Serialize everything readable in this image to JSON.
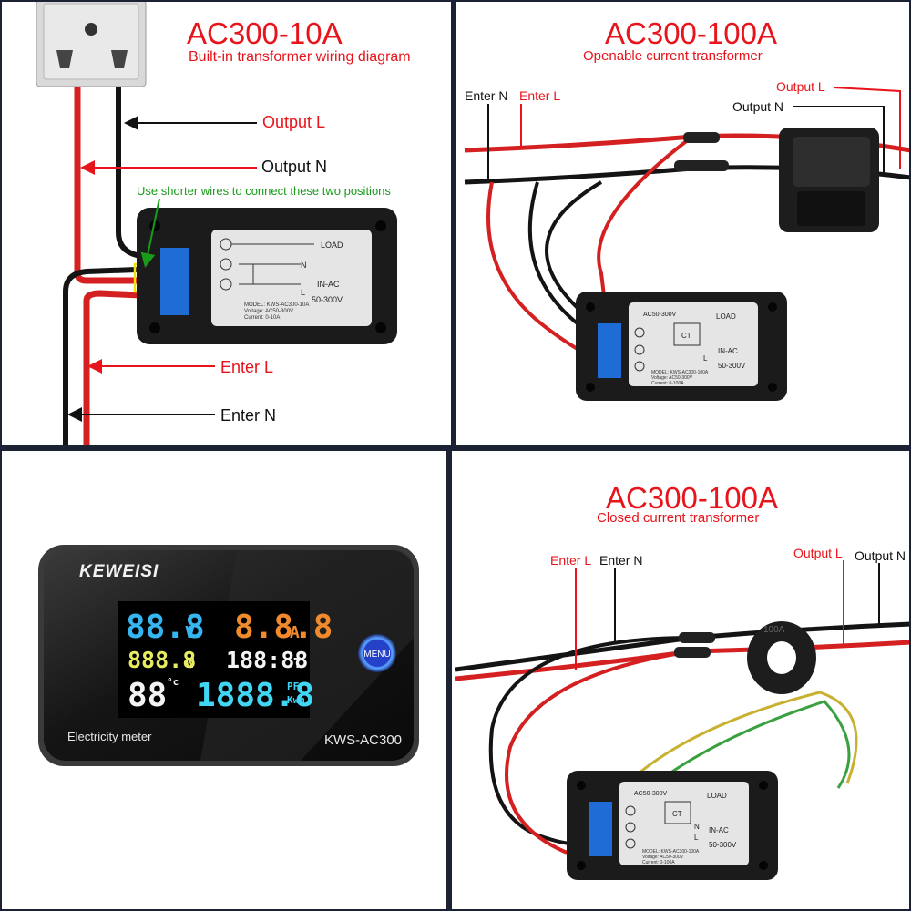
{
  "panels": {
    "ac10a": {
      "title": "AC300-10A",
      "subtitle": "Built-in transformer wiring diagram",
      "labels": {
        "output_l": "Output L",
        "output_n": "Output N",
        "note": "Use shorter wires to connect these two positions",
        "enter_l": "Enter L",
        "enter_n": "Enter N"
      },
      "module": {
        "load": "LOAD",
        "n": "N",
        "in_ac": "IN-AC",
        "l": "L",
        "range": "50-300V",
        "model": "MODEL: KWS-AC300-10A",
        "voltage": "Voltage: AC50-300V",
        "current": "Current: 0-10A"
      }
    },
    "ac100a_open": {
      "title": "AC300-100A",
      "subtitle": "Openable current transformer",
      "labels": {
        "enter_n": "Enter N",
        "enter_l": "Enter L",
        "output_l": "Output L",
        "output_n": "Output N"
      },
      "module": {
        "ac": "AC50-300V",
        "ct": "CT",
        "load": "LOAD",
        "in_ac": "IN-AC",
        "l": "L",
        "range": "50-300V",
        "model": "MODEL: KWS-AC300-100A",
        "voltage": "Voltage: AC50-300V",
        "current": "Current: 0-100A"
      }
    },
    "meter": {
      "brand": "KEWEISI",
      "readings": {
        "voltage": "88.8",
        "voltage_unit": "V",
        "current": "8.8.8",
        "current_unit": "A",
        "power": "888.8",
        "power_unit": "W",
        "time": "188:88",
        "time_unit": "T",
        "temp": "88",
        "temp_unit": "°c",
        "energy": "1888.8",
        "pf_unit": "PF",
        "kwh_unit": "Kwh"
      },
      "menu_label": "MENU",
      "caption_left": "Electricity meter",
      "caption_right": "KWS-AC300"
    },
    "ac100a_closed": {
      "title": "AC300-100A",
      "subtitle": "Closed current transformer",
      "labels": {
        "enter_l": "Enter L",
        "enter_n": "Enter N",
        "output_l": "Output L",
        "output_n": "Output N"
      },
      "ct_marking": "100A",
      "module": {
        "ac": "AC50-300V",
        "ct": "CT",
        "load": "LOAD",
        "n": "N",
        "in_ac": "IN-AC",
        "l": "L",
        "range": "50-300V",
        "model": "MODEL: KWS-AC300-100A",
        "voltage": "Voltage: AC50-300V",
        "current": "Current: 0-100A"
      }
    }
  },
  "colors": {
    "label_red": "#e8141b",
    "label_black": "#111111",
    "note_green": "#1a9a1a",
    "wire_red": "#d42020",
    "wire_black": "#141414",
    "divider_navy": "#1b2233",
    "seg_blue": "#36b6f0",
    "seg_orange": "#f08a2c",
    "seg_yellow": "#e8ec60",
    "seg_white": "#f4f4f4",
    "seg_cyan": "#41d6f4"
  }
}
